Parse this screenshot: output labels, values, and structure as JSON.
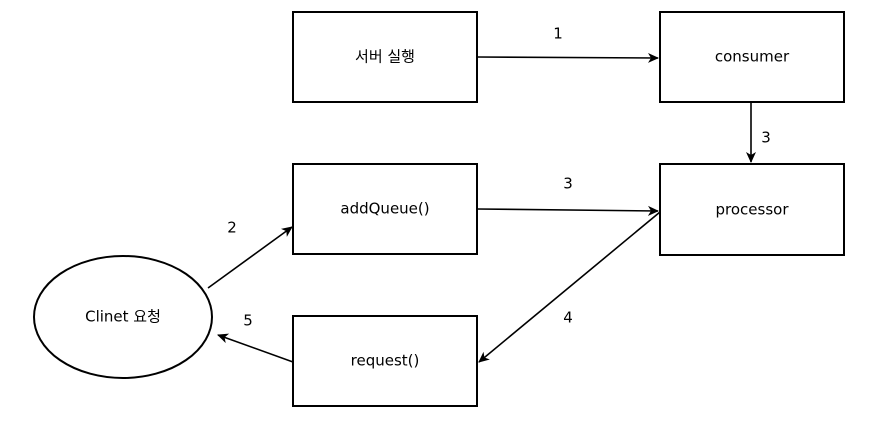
{
  "nodes": {
    "server_run": "서버 실행",
    "consumer": "consumer",
    "add_queue": "addQueue()",
    "processor": "processor",
    "client_request": "Clinet 요청",
    "request": "request()"
  },
  "edges": {
    "server_to_consumer": "1",
    "consumer_to_processor": "3",
    "client_to_addqueue": "2",
    "addqueue_to_processor": "3",
    "processor_to_request": "4",
    "request_to_client": "5"
  }
}
